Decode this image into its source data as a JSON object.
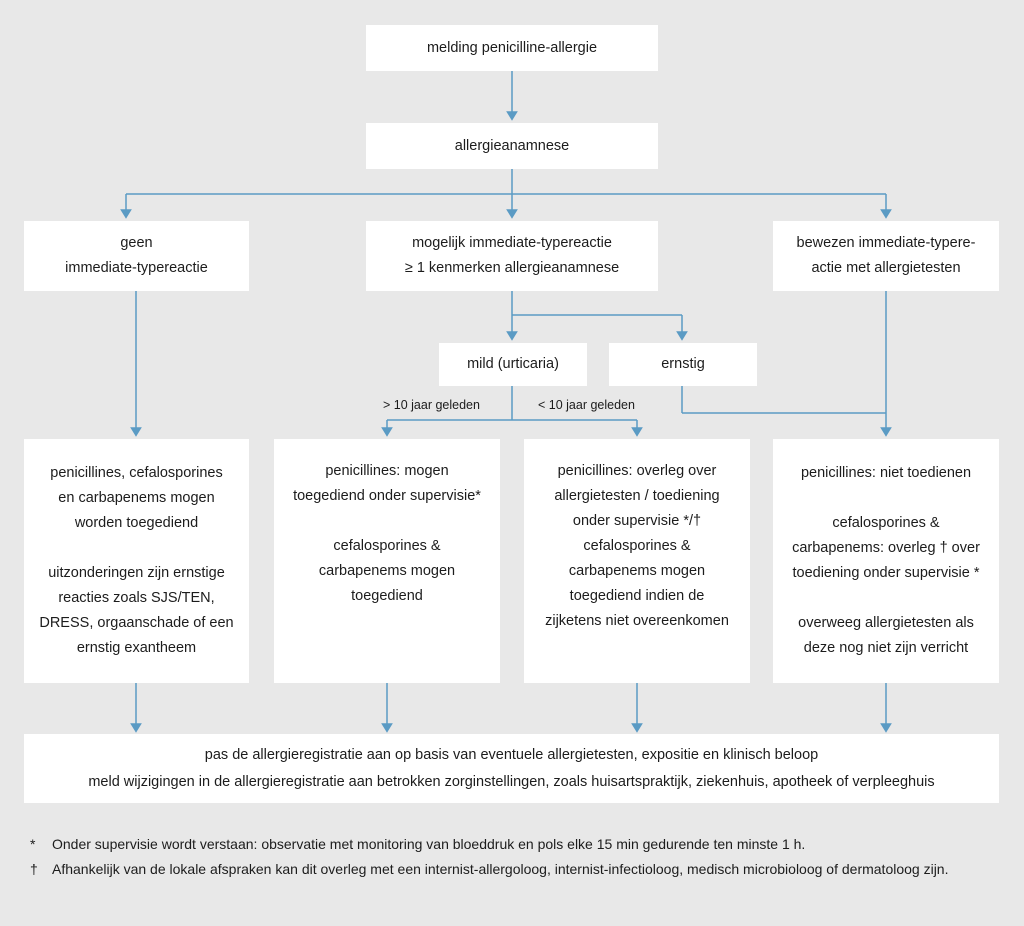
{
  "theme": {
    "background": "#e8e8e8",
    "node_fill": "#ffffff",
    "connector": "#5b9bc4",
    "text": "#1c1c1c"
  },
  "diagram": {
    "title_hidden": "",
    "nodes": {
      "start": {
        "lines": [
          "melding penicilline-allergie"
        ]
      },
      "anamnese": {
        "lines": [
          "allergieanamnese"
        ]
      },
      "no_immediate": {
        "lines": [
          "geen",
          "immediate-typereactie"
        ]
      },
      "possible_immediate": {
        "lines": [
          "mogelijk immediate-typereactie",
          "≥ 1 kenmerken allergieanamnese"
        ]
      },
      "proven_immediate": {
        "lines": [
          "bewezen immediate-typere-",
          "actie met allergietesten"
        ]
      },
      "mild": {
        "lines": [
          "mild (urticaria)"
        ]
      },
      "severe": {
        "lines": [
          "ernstig"
        ]
      },
      "outcome_1": {
        "lines": [
          "penicillines, cefalosporines",
          "en carbapenems mogen",
          "worden toegediend",
          "",
          "uitzonderingen zijn ernstige",
          "reacties zoals SJS/TEN,",
          "DRESS, orgaanschade of een",
          "ernstig exantheem"
        ]
      },
      "outcome_2": {
        "lines": [
          "penicillines: mogen",
          "toegediend onder supervisie*",
          "",
          "cefalosporines &",
          "carbapenems mogen",
          "toegediend"
        ]
      },
      "outcome_3": {
        "lines": [
          "penicillines: overleg over",
          "allergietesten / toediening",
          "onder supervisie */†",
          "cefalosporines &",
          "carbapenems mogen",
          "toegediend indien de",
          "zijketens niet overeenkomen"
        ]
      },
      "outcome_4": {
        "lines": [
          "penicillines: niet toedienen",
          "",
          "cefalosporines &",
          "carbapenems: overleg † over",
          "toediening onder supervisie *",
          "",
          "overweeg allergietesten als",
          "deze nog niet zijn verricht"
        ]
      },
      "summary": {
        "lines": [
          "pas de allergieregistratie aan op basis van eventuele allergietesten, expositie en klinisch beloop",
          "meld wijzigingen in de allergieregistratie aan betrokken zorginstellingen, zoals huisartspraktijk, ziekenhuis, apotheek of verpleeghuis"
        ]
      }
    },
    "edge_labels": {
      "more_than_10": "> 10 jaar geleden",
      "less_than_10": "< 10 jaar geleden"
    },
    "footnotes": [
      {
        "mark": "*",
        "text": "Onder supervisie wordt verstaan: observatie met monitoring van bloeddruk en pols elke 15 min gedurende ten minste 1 h."
      },
      {
        "mark": "†",
        "text": "Afhankelijk van de lokale afspraken kan dit overleg met een internist-allergoloog, internist-infectioloog, medisch microbioloog of dermatoloog zijn."
      }
    ]
  }
}
